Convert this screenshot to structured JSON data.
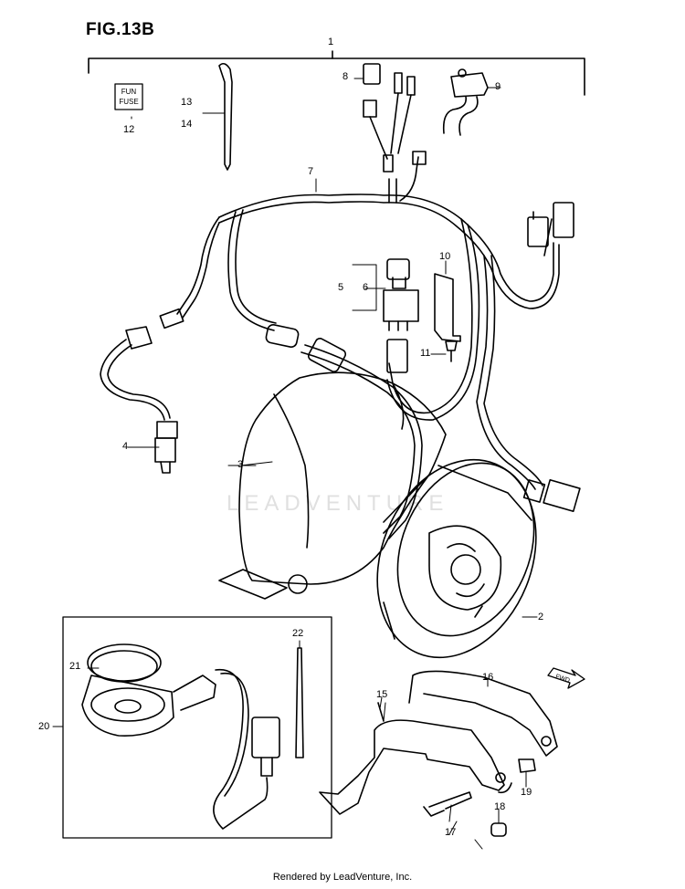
{
  "figure": {
    "title": "FIG.13B"
  },
  "fuse_label": {
    "line1": "FUN",
    "line2": "FUSE"
  },
  "fwd_label": "FWD",
  "watermark": "LEADVENTURE",
  "callouts": {
    "p1": "1",
    "p2": "2",
    "p3": "3",
    "p4": "4",
    "p5": "5",
    "p6": "6",
    "p7": "7",
    "p8": "8",
    "p9": "9",
    "p10": "10",
    "p11": "11",
    "p12": "12",
    "p13": "13",
    "p14": "14",
    "p15": "15",
    "p16": "16",
    "p17": "17",
    "p18": "18",
    "p19": "19",
    "p20": "20",
    "p21": "21",
    "p22": "22"
  },
  "footer": "Rendered by LeadVenture, Inc."
}
